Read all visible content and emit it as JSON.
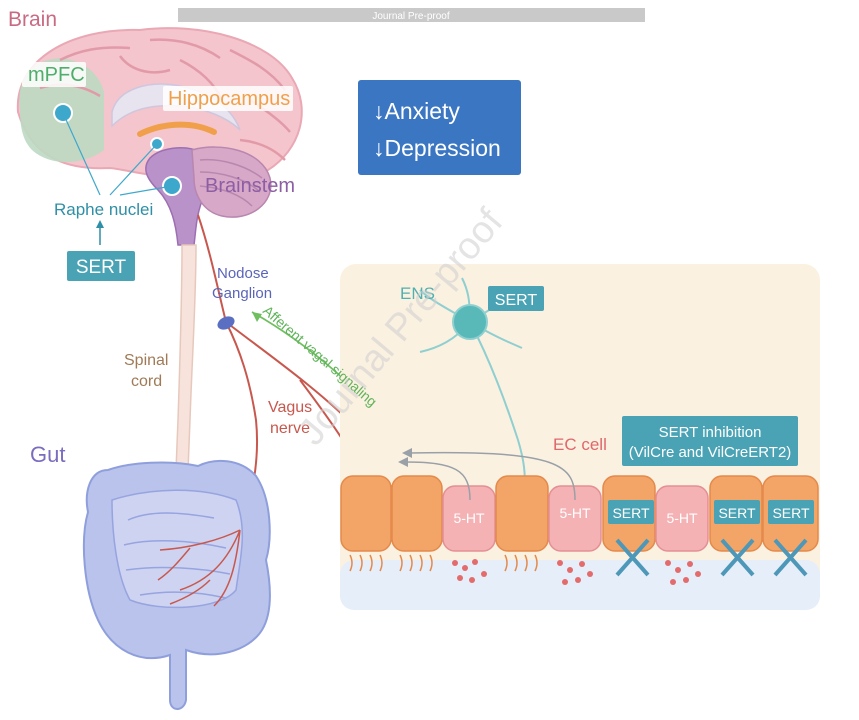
{
  "journal_banner": "Journal Pre-proof",
  "watermark": "Journal Pre-proof",
  "labels": {
    "brain": "Brain",
    "mpfc": "mPFC",
    "hippocampus": "Hippocampus",
    "brainstem": "Brainstem",
    "raphe_nuclei": "Raphe nuclei",
    "sert_brain": "SERT",
    "nodose_line1": "Nodose",
    "nodose_line2": "Ganglion",
    "spinal_line1": "Spinal",
    "spinal_line2": "cord",
    "vagus_line1": "Vagus",
    "vagus_line2": "nerve",
    "gut": "Gut",
    "afferent": "Afferent vagal signaling",
    "ens": "ENS",
    "sert_ens": "SERT",
    "ec_cell": "EC cell",
    "sert_inhibition_line1": "SERT inhibition",
    "sert_inhibition_line2": "(VilCre and VilCreERT2)",
    "ht_label": "5-HT",
    "sert_cell": "SERT"
  },
  "outcome": {
    "line1": "↓Anxiety",
    "line2": "↓Depression"
  },
  "colors": {
    "brain_pink": "#f3c4cc",
    "mpfc_green": "#4fae6b",
    "hippocampus_orange": "#f0a04b",
    "brainstem_purple": "#9d6fb2",
    "teal_label": "#2f8fa6",
    "gut_blue": "#a9b6e6",
    "nerve_red": "#c8584e",
    "afferent_green": "#5fb35a",
    "outcome_blue": "#3b76c2",
    "epithelium_orange": "#f2a566",
    "enterochromaffin_pink": "#f3b3b5",
    "panel_bg": "#fbf1e1"
  }
}
